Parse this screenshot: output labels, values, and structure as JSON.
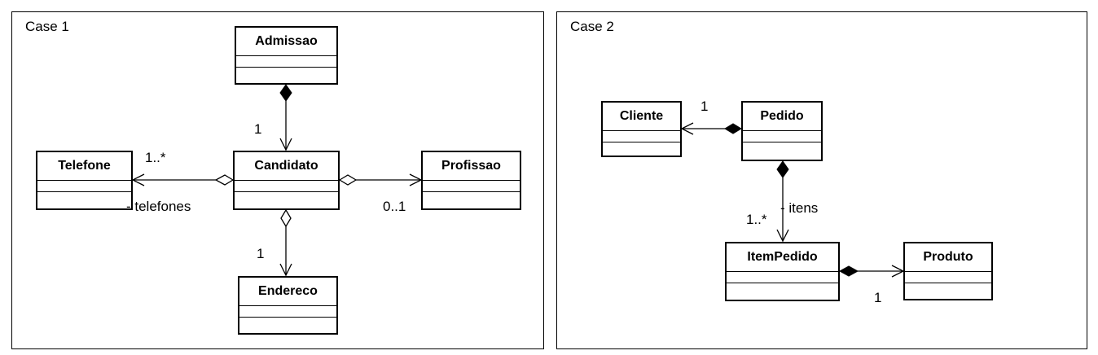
{
  "case1": {
    "title": "Case 1",
    "classes": {
      "admissao": "Admissao",
      "candidato": "Candidato",
      "telefone": "Telefone",
      "profissao": "Profissao",
      "endereco": "Endereco"
    },
    "labels": {
      "admissao_mult": "1",
      "telefone_mult": "1..*",
      "telefone_role": "- telefones",
      "profissao_mult": "0..1",
      "endereco_mult": "1"
    }
  },
  "case2": {
    "title": "Case 2",
    "classes": {
      "cliente": "Cliente",
      "pedido": "Pedido",
      "itempedido": "ItemPedido",
      "produto": "Produto"
    },
    "labels": {
      "cliente_mult": "1",
      "itens_role": "- itens",
      "itens_mult": "1..*",
      "produto_mult": "1"
    }
  }
}
